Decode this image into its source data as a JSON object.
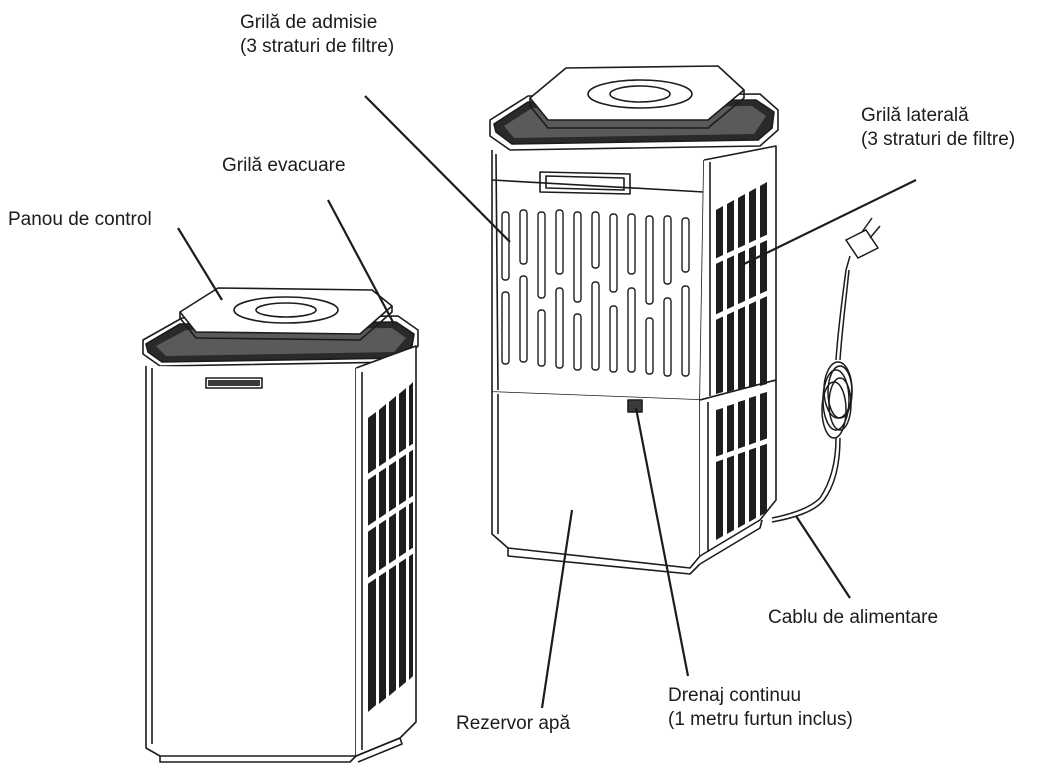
{
  "labels": {
    "intake_grille": {
      "line1": "Grilă de admisie",
      "line2": "(3 straturi de filtre)"
    },
    "exhaust_grille": "Grilă evacuare",
    "control_panel": "Panou de control",
    "side_grille": {
      "line1": "Grilă laterală",
      "line2": "(3 straturi de filtre)"
    },
    "power_cable": "Cablu de alimentare",
    "continuous_drain": {
      "line1": "Drenaj continuu",
      "line2": "(1 metru furtun inclus)"
    },
    "water_tank": "Rezervor apă"
  },
  "colors": {
    "ink": "#1c1c1c",
    "dark_fill": "#2a2a2a",
    "background": "#ffffff"
  }
}
